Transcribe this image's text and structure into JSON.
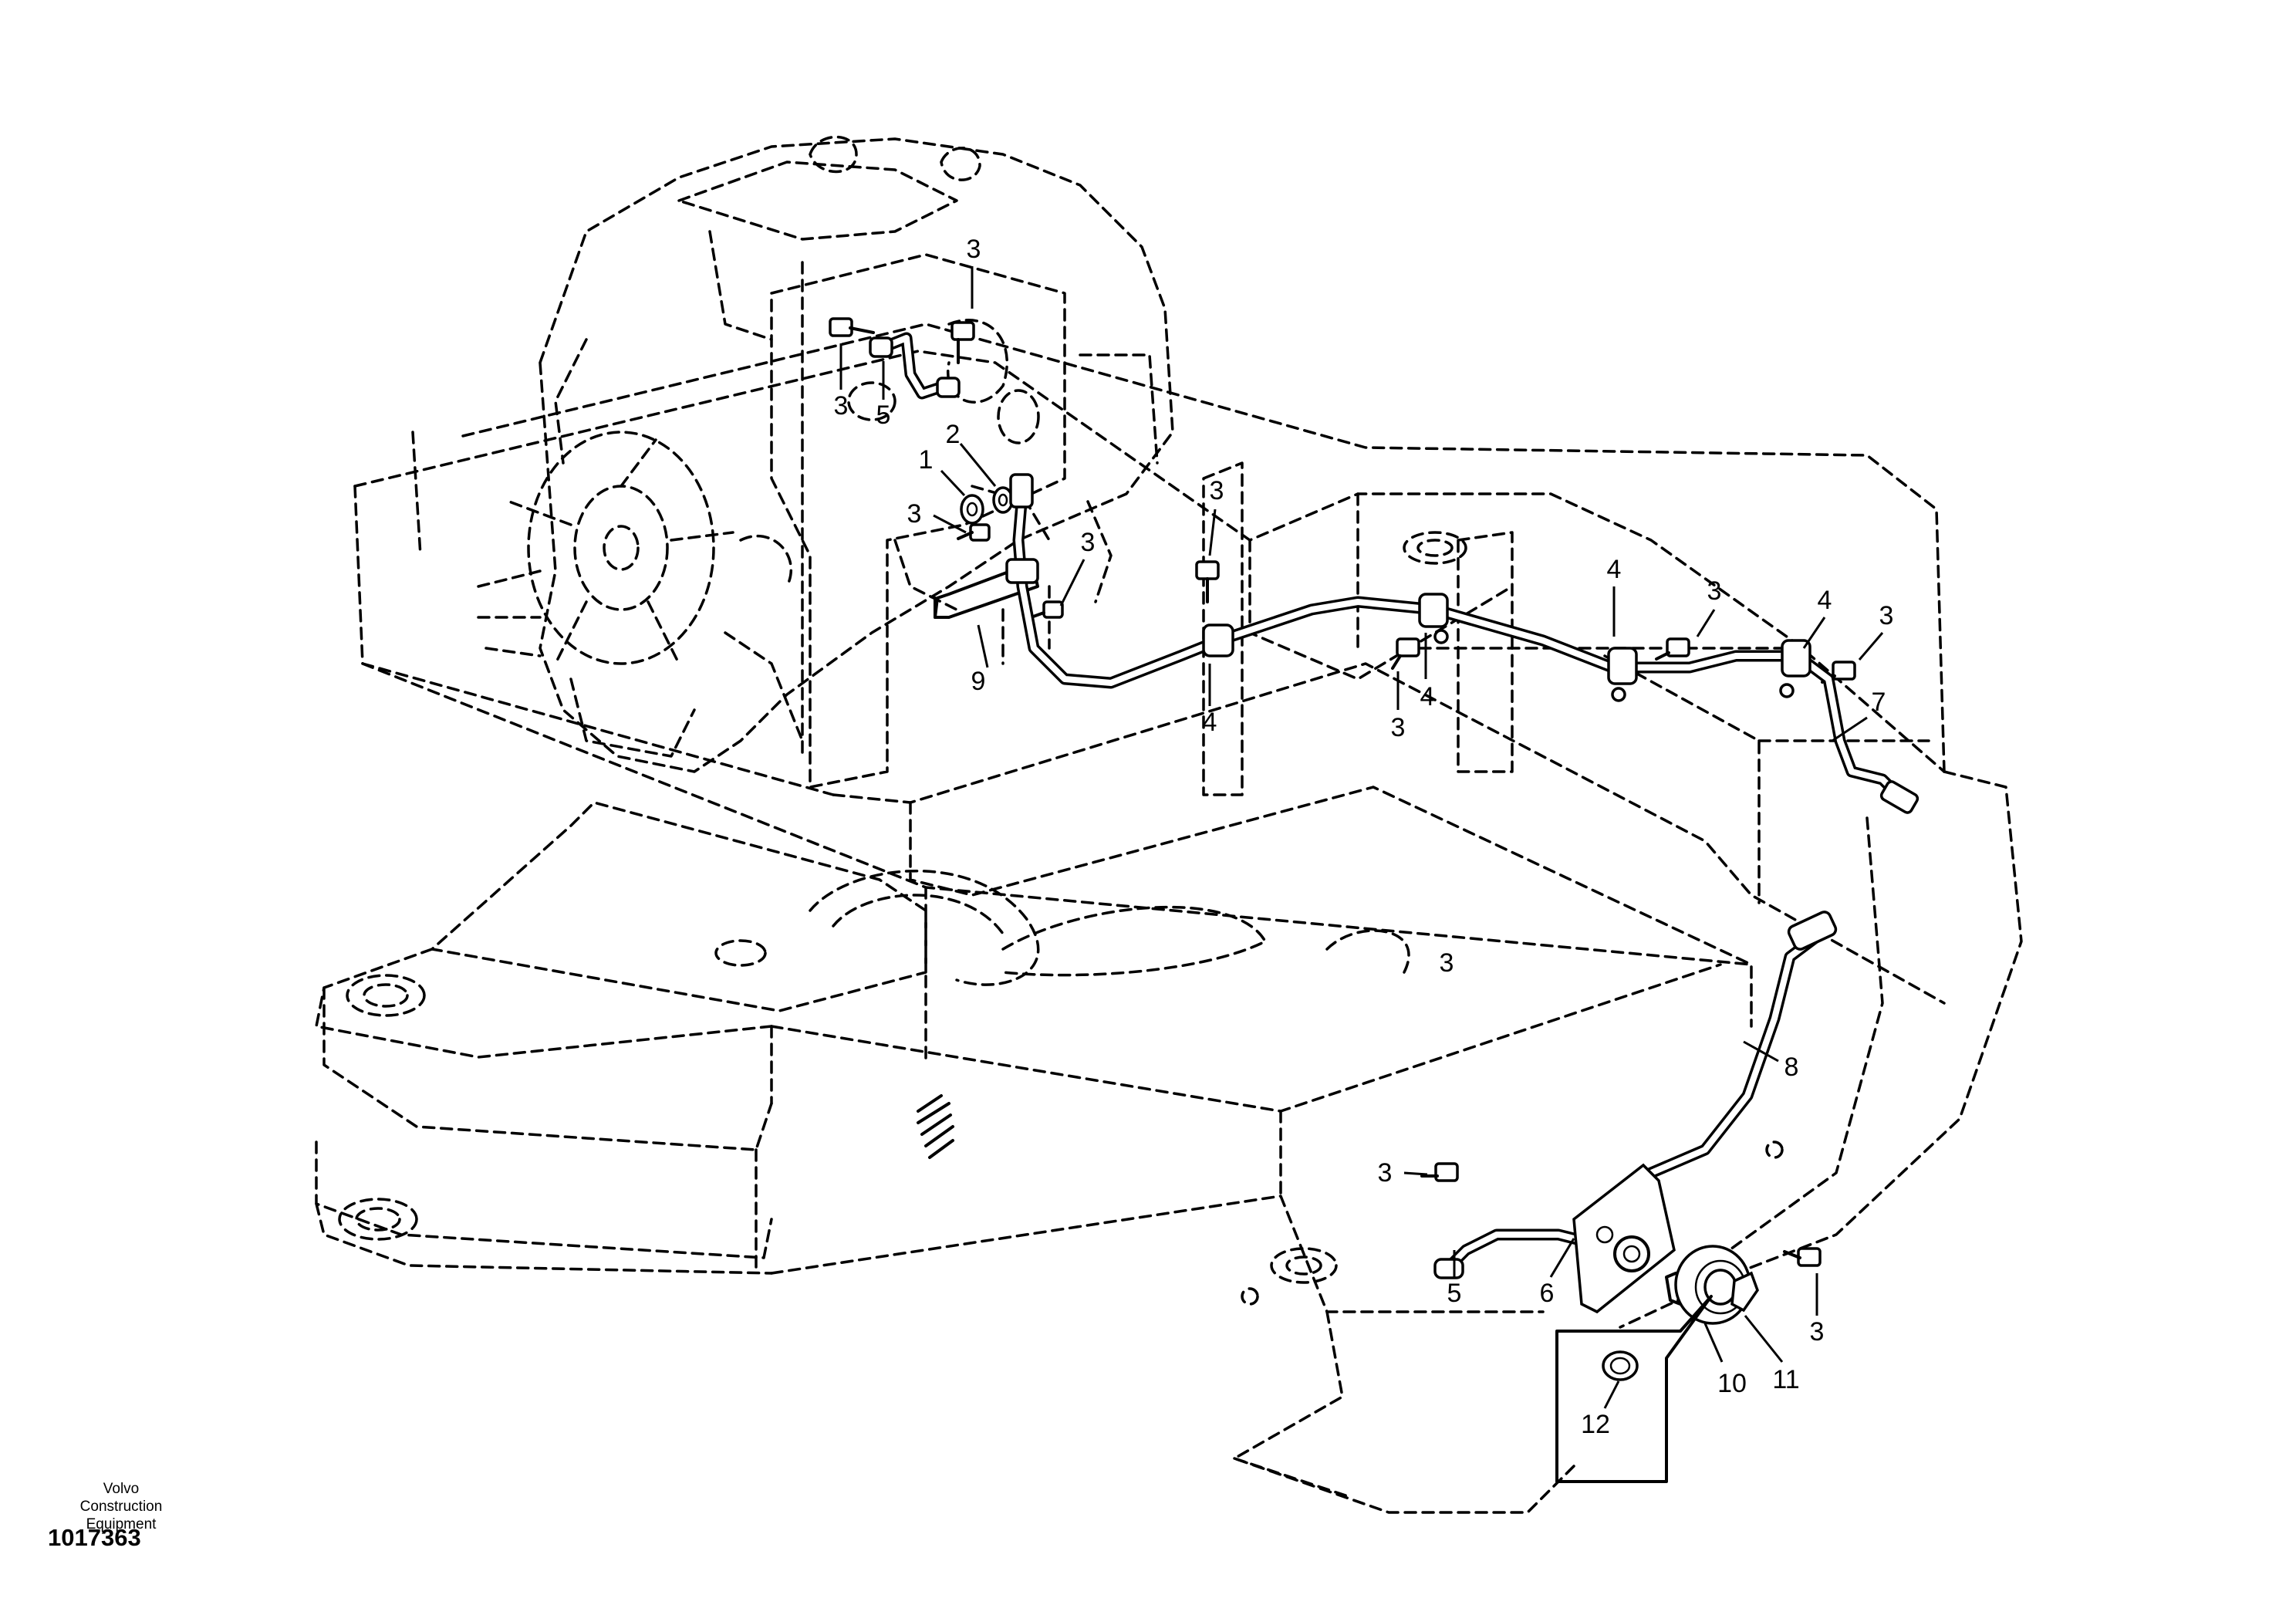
{
  "footer": {
    "brand_line1": "Volvo Construction",
    "brand_line2": "Equipment",
    "drawing_number": "1017363"
  },
  "callouts": [
    {
      "id": "c1",
      "label": "1"
    },
    {
      "id": "c2",
      "label": "2"
    },
    {
      "id": "c3a",
      "label": "3"
    },
    {
      "id": "c3b",
      "label": "3"
    },
    {
      "id": "c3c",
      "label": "3"
    },
    {
      "id": "c3d",
      "label": "3"
    },
    {
      "id": "c3e",
      "label": "3"
    },
    {
      "id": "c3f",
      "label": "3"
    },
    {
      "id": "c3g",
      "label": "3"
    },
    {
      "id": "c3h",
      "label": "3"
    },
    {
      "id": "c3i",
      "label": "3"
    },
    {
      "id": "c3j",
      "label": "3"
    },
    {
      "id": "c3k",
      "label": "3"
    },
    {
      "id": "c4a",
      "label": "4"
    },
    {
      "id": "c4b",
      "label": "4"
    },
    {
      "id": "c4c",
      "label": "4"
    },
    {
      "id": "c4d",
      "label": "4"
    },
    {
      "id": "c5a",
      "label": "5"
    },
    {
      "id": "c5b",
      "label": "5"
    },
    {
      "id": "c6",
      "label": "6"
    },
    {
      "id": "c7",
      "label": "7"
    },
    {
      "id": "c8",
      "label": "8"
    },
    {
      "id": "c9",
      "label": "9"
    },
    {
      "id": "c10",
      "label": "10"
    },
    {
      "id": "c11",
      "label": "11"
    },
    {
      "id": "c12",
      "label": "12"
    }
  ]
}
